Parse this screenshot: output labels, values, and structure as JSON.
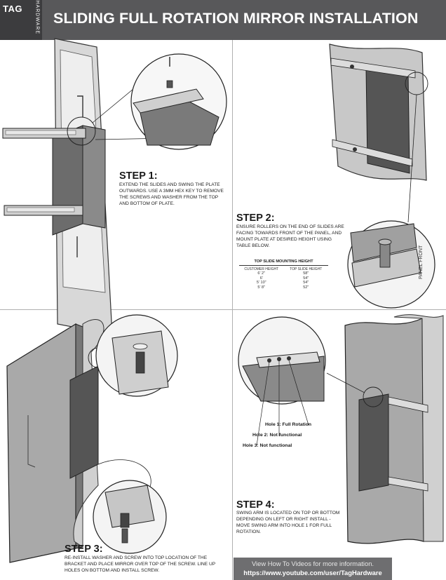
{
  "header": {
    "logo_main": "TAG",
    "logo_sub": "HARDWARE",
    "title": "SLIDING FULL ROTATION MIRROR INSTALLATION"
  },
  "steps": [
    {
      "title": "STEP 1:",
      "text": "Extend the slides and swing the plate outwards. Use a 3mm hex key to remove the screws and washer from the top and bottom of plate."
    },
    {
      "title": "STEP 2:",
      "text": "Ensure rollers on the end of slides are facing towards front of the panel, and mount plate at desired height using table below."
    },
    {
      "title": "STEP 3:",
      "text": "Re-install washer and screw into top location of the bracket and place mirror over top of the screw. Line up holes on bottom and install screw."
    },
    {
      "title": "STEP 4:",
      "text": "Swing arm is located on top or bottom depending on left or right install - move swing arm into hole 1 for full rotation."
    }
  ],
  "table": {
    "title": "TOP SLIDE MOUNTING HEIGHT",
    "headers": [
      "Customer Height",
      "Top Slide Height"
    ],
    "rows": [
      [
        "6' 2\"",
        "58\""
      ],
      [
        "6'",
        "54\""
      ],
      [
        "5' 10\"",
        "54\""
      ],
      [
        "5' 8\"",
        "52\""
      ]
    ]
  },
  "panel_label": "PANEL FRONT",
  "holes": [
    "Hole 1: Full Rotation",
    "Hole 2: Not functional",
    "Hole 3: Not functional"
  ],
  "video": {
    "line1": "View How To Videos for more information.",
    "line2": "https://www.youtube.com/user/TagHardware"
  },
  "colors": {
    "header_bg": "#58585a",
    "logo_bg": "#3c3c3e",
    "panel_gray": "#6a6a6a",
    "mirror_gray": "#a9a9a9",
    "video_bg": "#6e6e70"
  }
}
